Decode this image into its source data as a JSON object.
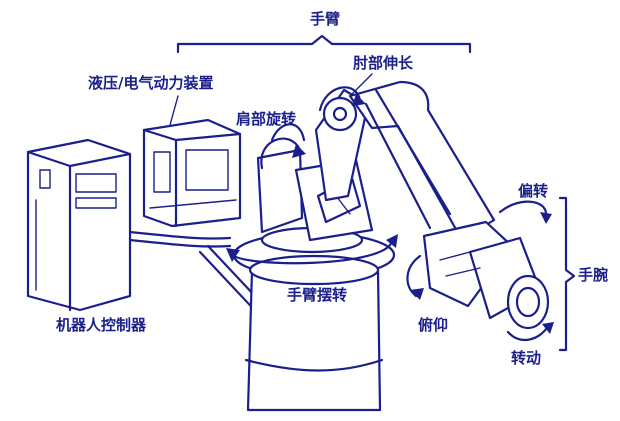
{
  "labels": {
    "arm": "手臂",
    "elbow_extension": "肘部伸长",
    "power_unit": "液压/电气动力装置",
    "shoulder_rotation": "肩部旋转",
    "yaw": "偏转",
    "wrist": "手腕",
    "arm_swing": "手臂摆转",
    "pitch": "俯仰",
    "robot_controller": "机器人控制器",
    "roll": "转动"
  },
  "colors": {
    "ink": "#1a1f8c",
    "background": "#ffffff"
  }
}
